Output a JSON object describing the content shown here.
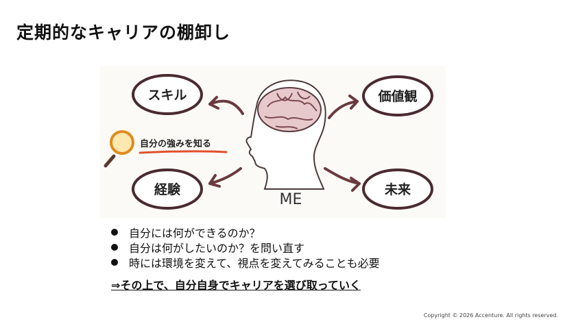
{
  "slide": {
    "title": "定期的なキャリアの棚卸し"
  },
  "illustration": {
    "skill": "スキル",
    "experience": "経験",
    "values": "価値観",
    "future": "未来",
    "strength": "自分の強みを知る",
    "me": "ME"
  },
  "bullets": [
    "自分には何ができるのか？",
    "自分は何がしたいのか？を問い直す",
    "時には環境を変えて、視点を変えてみることも必要"
  ],
  "conclusion": "⇒その上で、自分自身でキャリアを選び取っていく",
  "footer": {
    "copyright": "Copyright © 2026 Accenture. All rights reserved."
  }
}
